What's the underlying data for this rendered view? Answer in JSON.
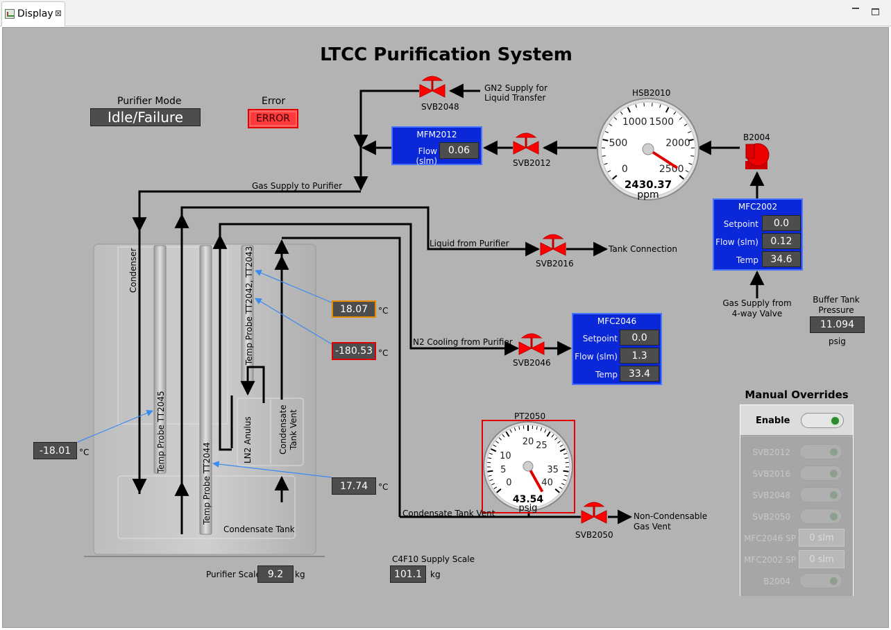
{
  "tab": {
    "label": "Display",
    "close": "⊠"
  },
  "title": "LTCC Purification System",
  "purifier_mode": {
    "label": "Purifier Mode",
    "value": "Idle/Failure"
  },
  "error": {
    "label": "Error",
    "value": "ERROR"
  },
  "valves": {
    "svb2048": "SVB2048",
    "svb2012": "SVB2012",
    "svb2016": "SVB2016",
    "svb2046": "SVB2046",
    "svb2050": "SVB2050"
  },
  "labels": {
    "gn2_supply": "GN2 Supply for\nLiquid Transfer",
    "gas_supply_to_purifier": "Gas Supply to Purifier",
    "liquid_from_purifier": "Liquid from Purifier",
    "tank_connection": "Tank Connection",
    "n2_cooling": "N2 Cooling from Purifier",
    "condensate_tank_vent_line": "Condensate Tank Vent",
    "non_condensable": "Non-Condensable\nGas Vent",
    "gas_supply_4way": "Gas Supply from\n4-way Valve",
    "buffer_tank_pressure": "Buffer Tank\nPressure",
    "buffer_unit": "psig",
    "pump_b2004": "B2004",
    "condenser": "Condenser",
    "tt2045": "Temp Probe TT2045",
    "tt2044": "Temp Probe TT2044",
    "tt2042": "Temp Probe TT2042, TT2043",
    "ln2_anulus": "LN2 Anulus",
    "condensate_tank_vent": "Condensate\nTank Vent",
    "condensate_tank": "Condensate Tank",
    "purifier_scale": "Purifier Scale",
    "c4f10_scale": "C4F10 Supply Scale",
    "kg": "kg",
    "degc": "°C"
  },
  "readings": {
    "tt_a": "18.07",
    "tt_b": "-180.53",
    "tt2045": "-18.01",
    "tt2044": "17.74",
    "purifier_scale": "9.2",
    "c4f10_scale": "101.1",
    "buffer_tank": "11.094"
  },
  "mfm2012": {
    "title": "MFM2012",
    "flow_label": "Flow (slm)",
    "flow": "0.06"
  },
  "mfc2002": {
    "title": "MFC2002",
    "setpoint_label": "Setpoint",
    "setpoint": "0.0",
    "flow_label": "Flow (slm)",
    "flow": "0.12",
    "temp_label": "Temp",
    "temp": "34.6"
  },
  "mfc2046": {
    "title": "MFC2046",
    "setpoint_label": "Setpoint",
    "setpoint": "0.0",
    "flow_label": "Flow (slm)",
    "flow": "1.3",
    "temp_label": "Temp",
    "temp": "33.4"
  },
  "hsb2010": {
    "title": "HSB2010",
    "value": "2430.37",
    "unit": "ppm",
    "min": 0,
    "max": 2500,
    "reading": 2430.37,
    "ticks": [
      "0",
      "500",
      "1000",
      "1500",
      "2000",
      "2500"
    ]
  },
  "pt2050": {
    "title": "PT2050",
    "value": "43.54",
    "unit": "psig",
    "min": 0,
    "max": 40,
    "reading": 43.54,
    "ticks": [
      "0",
      "5",
      "10",
      "20",
      "25",
      "35",
      "40"
    ]
  },
  "manual_overrides": {
    "title": "Manual Overrides",
    "enable": "Enable",
    "items": [
      "SVB2012",
      "SVB2016",
      "SVB2048",
      "SVB2050"
    ],
    "mfc2046_sp_label": "MFC2046 SP",
    "mfc2046_sp_value": "0 slm",
    "mfc2002_sp_label": "MFC2002 SP",
    "mfc2002_sp_value": "0 slm",
    "b2004": "B2004"
  },
  "colors": {
    "background": "#b3b3b3",
    "panel_blue": "#0a28d8",
    "valve_red": "#ff0000",
    "arrow_blue": "#3a8aef"
  }
}
